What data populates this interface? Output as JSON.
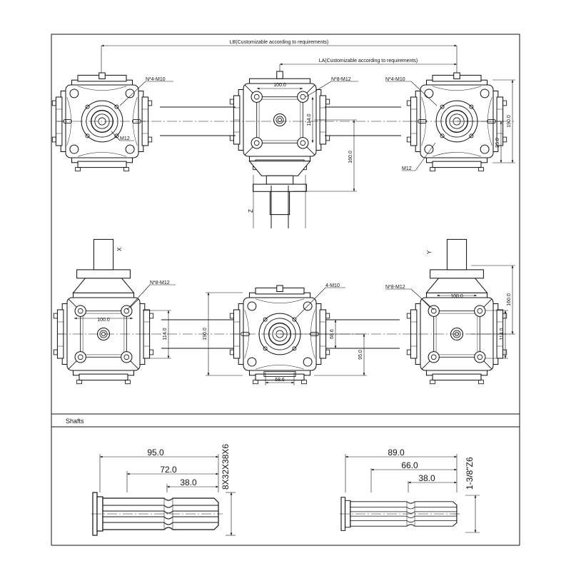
{
  "dims": {
    "lb": "LB(Customizable according to requirements)",
    "la": "LA(Customizable according to requirements)",
    "d100": "100.0",
    "d114": "114.0",
    "d160": "160.0",
    "d190": "190.0",
    "d95": "95.0",
    "d68": "68.6"
  },
  "callouts": {
    "n4m10": "N*4-M10",
    "n8m12": "N*8-M12",
    "m12": "M12",
    "m10_4": "4-M10"
  },
  "shaft_letters": {
    "z": "Z",
    "x": "X",
    "y": "Y"
  },
  "shafts_section": {
    "title": "Shafts",
    "left": {
      "d_total": "95.0",
      "d_mid": "72.0",
      "d_short": "38.0",
      "spec": "8X32X38X6"
    },
    "right": {
      "d_total": "89.0",
      "d_mid": "66.0",
      "d_short": "38.0",
      "spec": "1-3/8\"Z6"
    }
  }
}
